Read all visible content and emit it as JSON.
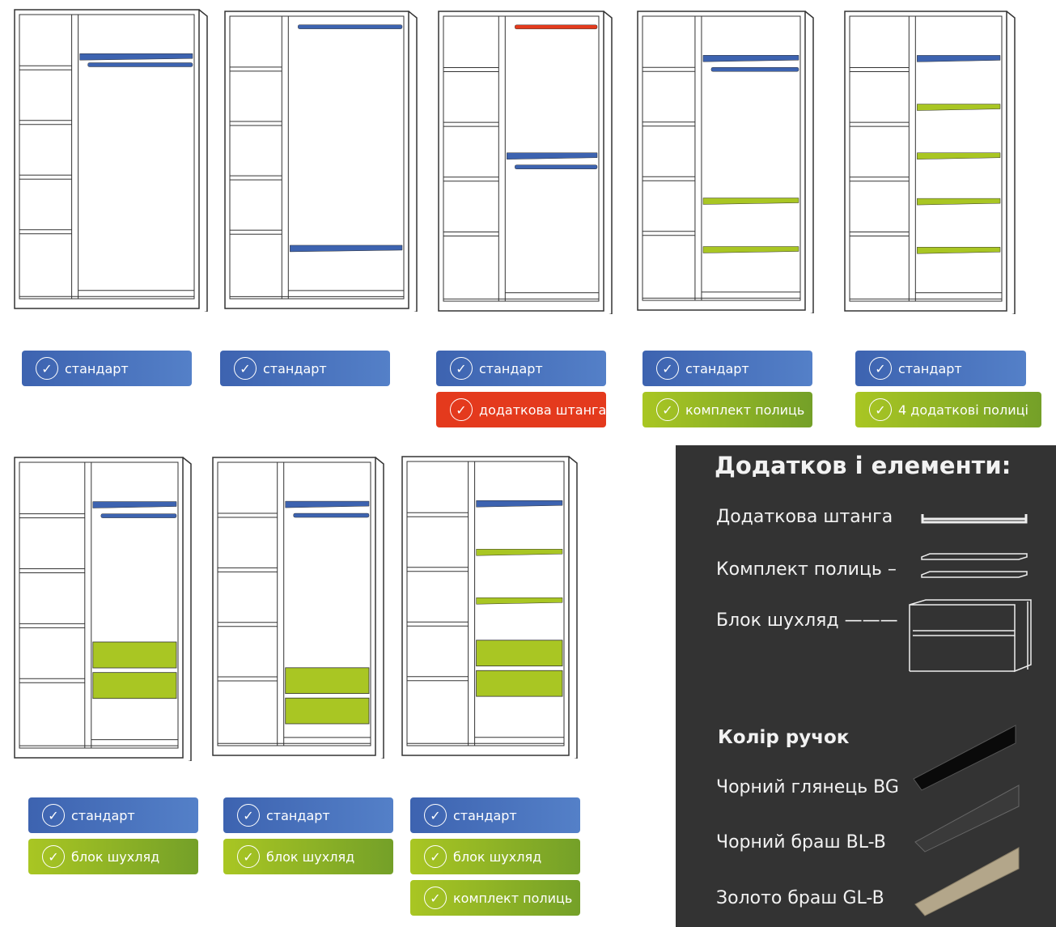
{
  "colors": {
    "blue": "#3d63b0",
    "red": "#e43a1d",
    "green": "#a9c623",
    "panel": "#333333"
  },
  "wardrobes": [
    {
      "badges": [
        {
          "label": "стандарт",
          "color": "blue"
        }
      ]
    },
    {
      "badges": [
        {
          "label": "стандарт",
          "color": "blue"
        }
      ]
    },
    {
      "badges": [
        {
          "label": "стандарт",
          "color": "blue"
        },
        {
          "label": "додаткова штанга",
          "color": "red"
        }
      ]
    },
    {
      "badges": [
        {
          "label": "стандарт",
          "color": "blue"
        },
        {
          "label": "комплект полиць",
          "color": "green"
        }
      ]
    },
    {
      "badges": [
        {
          "label": "стандарт",
          "color": "blue"
        },
        {
          "label": "4 додаткові полиці",
          "color": "green"
        }
      ]
    },
    {
      "badges": [
        {
          "label": "стандарт",
          "color": "blue"
        },
        {
          "label": "блок шухляд",
          "color": "green"
        }
      ]
    },
    {
      "badges": [
        {
          "label": "стандарт",
          "color": "blue"
        },
        {
          "label": "блок шухляд",
          "color": "green"
        }
      ]
    },
    {
      "badges": [
        {
          "label": "стандарт",
          "color": "blue"
        },
        {
          "label": "блок шухляд",
          "color": "green"
        },
        {
          "label": "комплект полиць",
          "color": "green"
        }
      ]
    }
  ],
  "legend": {
    "title": "Додатков і елементи:",
    "items": [
      "Додаткова штанга",
      "Комплект полиць –",
      "Блок шухляд ———"
    ],
    "handles_title": "Колір ручок",
    "handles": [
      "Чорний глянець BG",
      "Чорний браш BL-B",
      "Золото браш GL-B"
    ]
  }
}
